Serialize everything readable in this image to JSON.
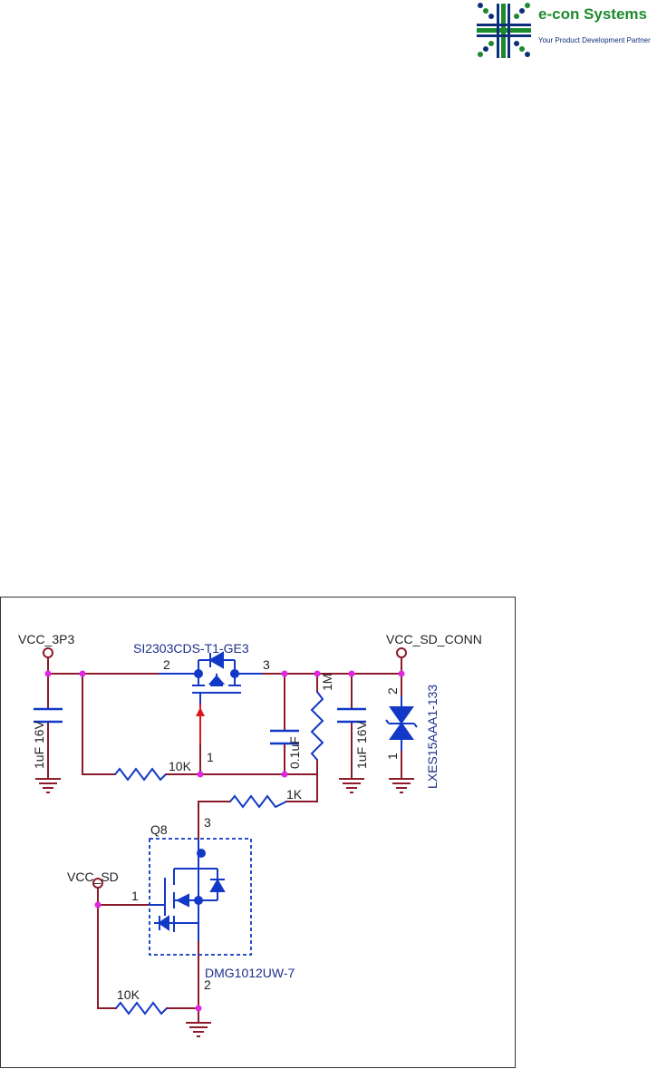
{
  "logo": {
    "brand": "e-con Systems",
    "tagline": "Your Product Development Partner",
    "colors": {
      "green": "#1e8a2e",
      "blue": "#0d2f7a"
    }
  },
  "schematic": {
    "nets": {
      "vcc_3p3": "VCC_3P3",
      "vcc_sd_conn": "VCC_SD_CONN",
      "vcc_sd": "VCC_SD"
    },
    "q_top": {
      "part": "SI2303CDS-T1-GE3",
      "pin_source": "2",
      "pin_drain": "3",
      "pin_gate": "1"
    },
    "q8": {
      "ref": "Q8",
      "part": "DMG1012UW-7",
      "pin_drain": "3",
      "pin_gate": "1",
      "pin_source": "2"
    },
    "c_input": {
      "value": "1uF 16V"
    },
    "c_bypass": {
      "value": "0.1uF"
    },
    "r_bleed": {
      "value": "1M"
    },
    "c_output": {
      "value": "1uF 16V"
    },
    "tvs": {
      "part": "LXES15AAA1-133",
      "pin_top": "2",
      "pin_bottom": "1"
    },
    "r_gate_pull": {
      "value": "10K"
    },
    "r_drain": {
      "value": "1K"
    },
    "r_q8_gate": {
      "value": "10K"
    },
    "colors": {
      "wire": "#8b1a2b",
      "symbol": "#1238c8",
      "junction": "#e028e0",
      "label": "#1d2f8c",
      "frame": "#333333"
    }
  }
}
